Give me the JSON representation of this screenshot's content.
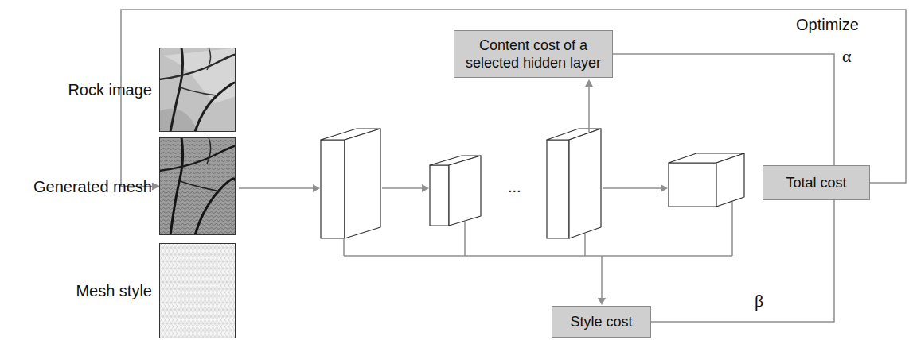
{
  "diagram": {
    "nodes": [
      {
        "text": [
          "Rock image"
        ]
      },
      {
        "text": [
          "Generated mesh"
        ]
      },
      {
        "text": [
          "Mesh style"
        ]
      },
      {
        "text": [
          "Content cost of a selected hidden layer"
        ]
      },
      {
        "text": [
          "Style cost"
        ]
      },
      {
        "text": [
          "Total cost"
        ]
      }
    ],
    "edges": [
      {
        "from": 5,
        "to": 1,
        "label": "Optimize",
        "arrow": "to"
      },
      {
        "from": 3,
        "to": 5,
        "label": "α",
        "arrow": "none"
      },
      {
        "from": 4,
        "to": 5,
        "label": "β",
        "arrow": "none"
      }
    ],
    "labels": [
      "..."
    ]
  }
}
